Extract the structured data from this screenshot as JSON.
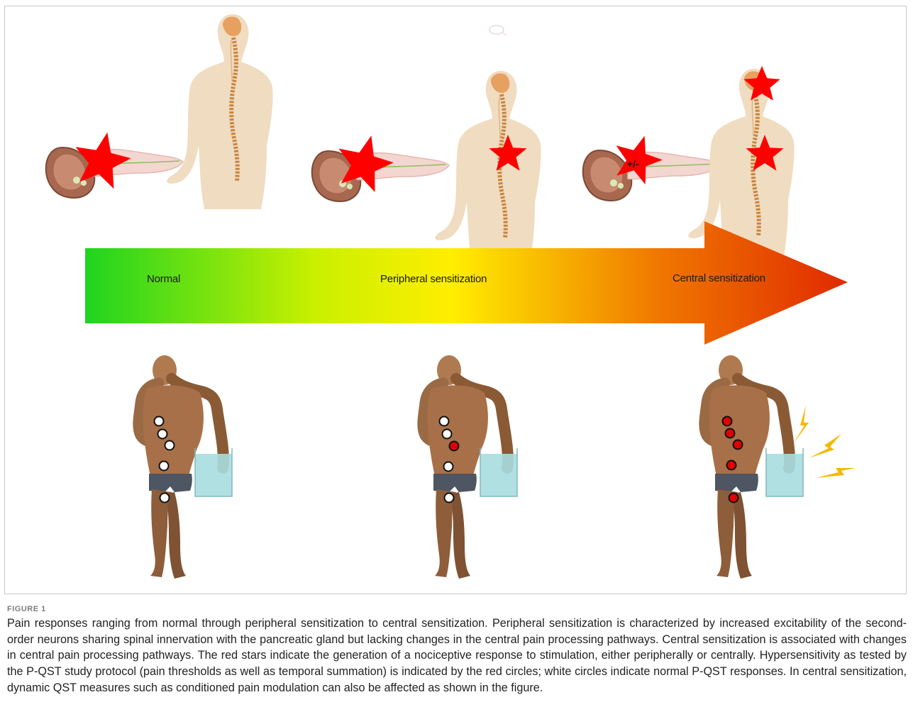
{
  "figure": {
    "stages": [
      {
        "label": "Normal"
      },
      {
        "label": "Peripheral sensitization"
      },
      {
        "label": "Central sensitization"
      }
    ],
    "pancreas_star_text": "+/-",
    "label": "FIGURE 1",
    "caption": "Pain responses ranging from normal through peripheral sensitization to central sensitization. Peripheral sensitization is characterized by increased excitability of the second-order neurons sharing spinal innervation with the pancreatic gland but lacking changes in the central pain processing pathways. Central sensitization is associated with changes in central pain processing pathways. The red stars indicate the generation of a nociceptive response to stimulation, either peripherally or centrally. Hypersensitivity as tested by the P-QST study protocol (pain thresholds as well as temporal summation) is indicated by the red circles; white circles indicate normal P-QST responses. In central sensitization, dynamic QST measures such as conditioned pain modulation can also be affected as shown in the figure."
  },
  "colors": {
    "star": "#ff0000",
    "gradient": [
      "#1fd41f",
      "#c8f000",
      "#ffee00",
      "#f07800",
      "#e02a00"
    ],
    "skin": "#f0dcc0",
    "body_figure": "#9a6a45",
    "water": "#a8dde0",
    "lightning": "#f5b800"
  },
  "icons": [
    "pancreas-icon",
    "torso-spine-icon",
    "star-icon",
    "human-figure-icon",
    "water-bucket-icon",
    "lightning-icon"
  ]
}
